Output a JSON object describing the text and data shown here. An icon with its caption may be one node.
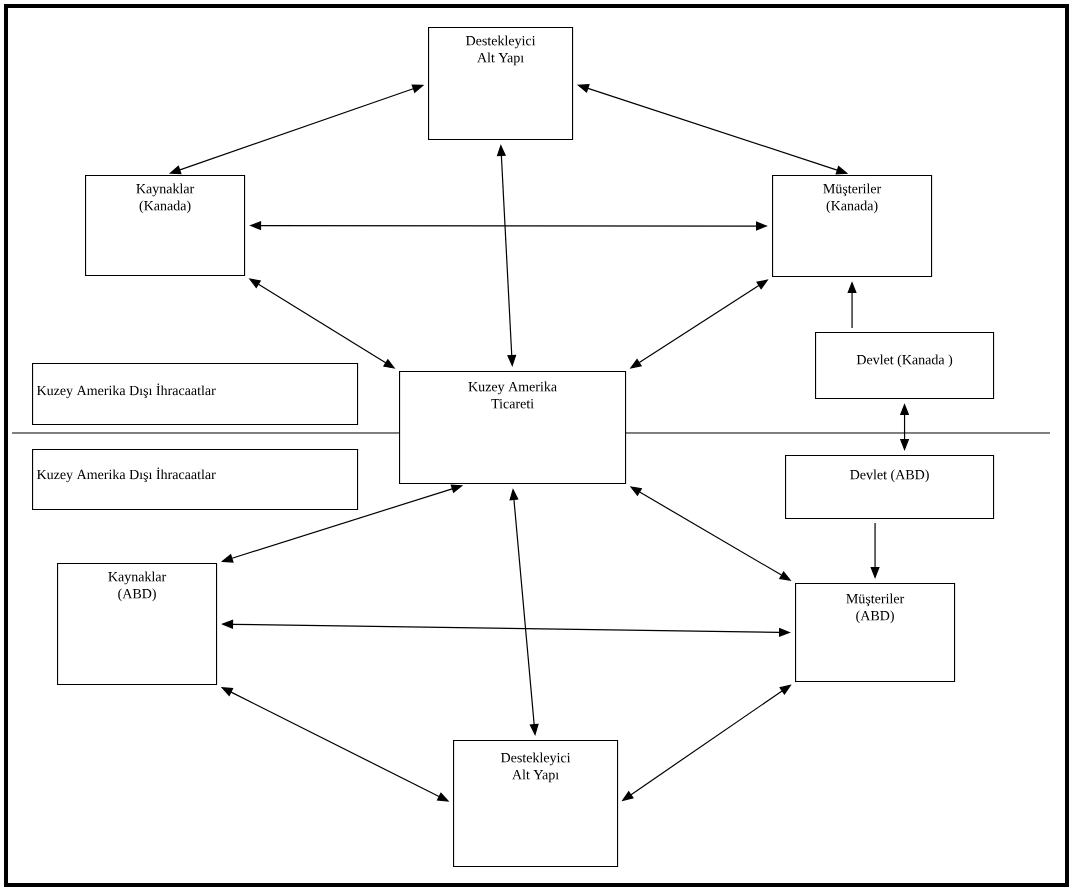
{
  "diagram": {
    "nodes": [
      {
        "text": [
          "Destekleyici Alt Yapı"
        ]
      },
      {
        "text": [
          "Kaynaklar (Kanada)"
        ]
      },
      {
        "text": [
          "Müşteriler (Kanada)"
        ]
      },
      {
        "text": [
          "Kuzey Amerika Dışı İhracaatlar"
        ]
      },
      {
        "text": [
          "Devlet (Kanada )"
        ]
      },
      {
        "text": [
          "Kuzey Amerika Ticareti"
        ]
      },
      {
        "text": [
          "Kuzey Amerika Dışı İhracaatlar"
        ]
      },
      {
        "text": [
          "Devlet (ABD)"
        ]
      },
      {
        "text": [
          "Kaynaklar (ABD)"
        ]
      },
      {
        "text": [
          "Müşteriler (ABD)"
        ]
      },
      {
        "text": [
          "Destekleyici Alt Yapı"
        ]
      }
    ],
    "edges": [
      {
        "from": 0,
        "to": 1,
        "arrow": "both"
      },
      {
        "from": 0,
        "to": 2,
        "arrow": "both"
      },
      {
        "from": 0,
        "to": 5,
        "arrow": "both"
      },
      {
        "from": 1,
        "to": 2,
        "arrow": "both"
      },
      {
        "from": 1,
        "to": 5,
        "arrow": "both"
      },
      {
        "from": 2,
        "to": 5,
        "arrow": "both"
      },
      {
        "from": 4,
        "to": 2,
        "arrow": "to"
      },
      {
        "from": 4,
        "to": 7,
        "arrow": "both"
      },
      {
        "from": 7,
        "to": 9,
        "arrow": "to"
      },
      {
        "from": 5,
        "to": 8,
        "arrow": "both"
      },
      {
        "from": 5,
        "to": 9,
        "arrow": "both"
      },
      {
        "from": 5,
        "to": 10,
        "arrow": "both"
      },
      {
        "from": 8,
        "to": 9,
        "arrow": "both"
      },
      {
        "from": 8,
        "to": 10,
        "arrow": "both"
      },
      {
        "from": 9,
        "to": 10,
        "arrow": "both"
      }
    ]
  }
}
